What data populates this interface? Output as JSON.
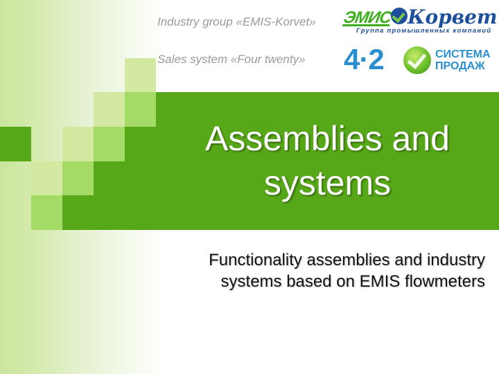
{
  "header": {
    "industry_group_label": "Industry group «EMIS-Korvet»",
    "sales_system_label": "Sales system «Four twenty»"
  },
  "logos": {
    "emis_korvet": {
      "green_word": "ЭМИС",
      "blue_word": "Корвет",
      "tagline": "Группа промышленных компаний"
    },
    "four_twenty": {
      "digits": "4·2",
      "line1": "СИСТЕМА",
      "line2": "ПРОДАЖ"
    }
  },
  "slide": {
    "title": "Assemblies and systems",
    "subtitle": "Functionality assemblies and industry systems based on EMIS flowmeters"
  },
  "colors": {
    "dark_green": "#57a818",
    "medium_green": "#a4da66",
    "light_green": "#d3e8a1",
    "header_text_gray": "#9a9a9a",
    "logo_blue": "#1c4f9c",
    "logo_420_blue": "#2a8fd0"
  }
}
